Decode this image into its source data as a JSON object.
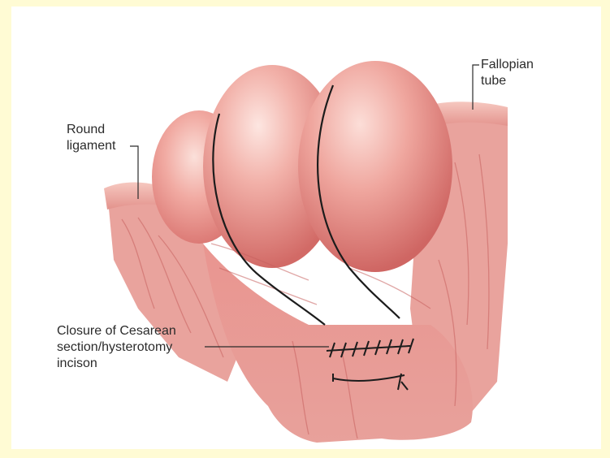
{
  "labels": {
    "fallopian_tube": [
      "Fallopian",
      "tube"
    ],
    "round_ligament": [
      "Round",
      "ligament"
    ],
    "closure": [
      "Closure of Cesarean",
      "section/hysterotomy",
      "incison"
    ]
  },
  "colors": {
    "background_border": "#fffbd4",
    "tissue_base": "#e8958f",
    "tissue_light": "#f7cbc3",
    "tissue_dark": "#c9605f",
    "suture": "#1c1c1c"
  }
}
